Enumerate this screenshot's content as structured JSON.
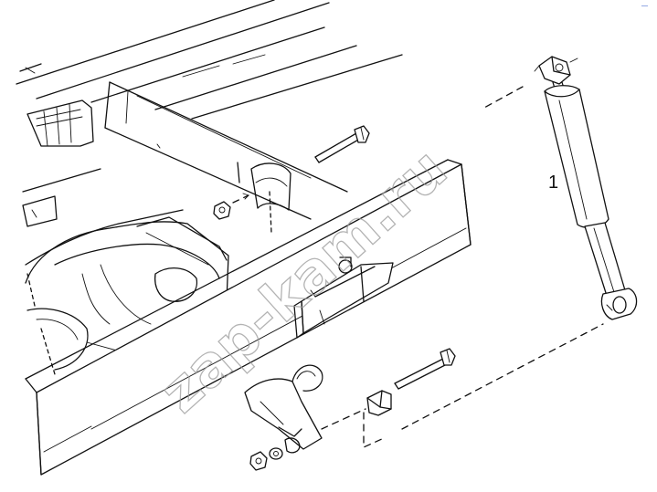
{
  "diagram": {
    "callouts": [
      {
        "label": "1",
        "part": "shock-absorber"
      }
    ],
    "watermark": "zap-kam.ru",
    "corner_mark": "—"
  },
  "colors": {
    "line": "#111111",
    "watermark": "#9a9a9a",
    "corner_mark": "#2a55c8",
    "background": "#ffffff"
  }
}
